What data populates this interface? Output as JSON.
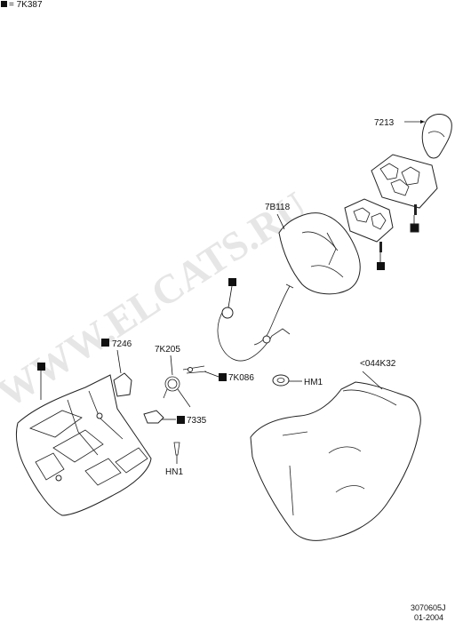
{
  "legend": {
    "text": "= 7K387"
  },
  "callouts": {
    "p7213": "7213",
    "p7b118": "7B118",
    "p7246": "7246",
    "p7k205": "7K205",
    "p7k086": "7K086",
    "phm1": "HM1",
    "p044k32": "<044K32",
    "p7335": "7335",
    "phn1": "HN1"
  },
  "watermark": "WWW.ELCATS.RU",
  "footer": {
    "code": "3070605J",
    "date": "01-2004"
  }
}
